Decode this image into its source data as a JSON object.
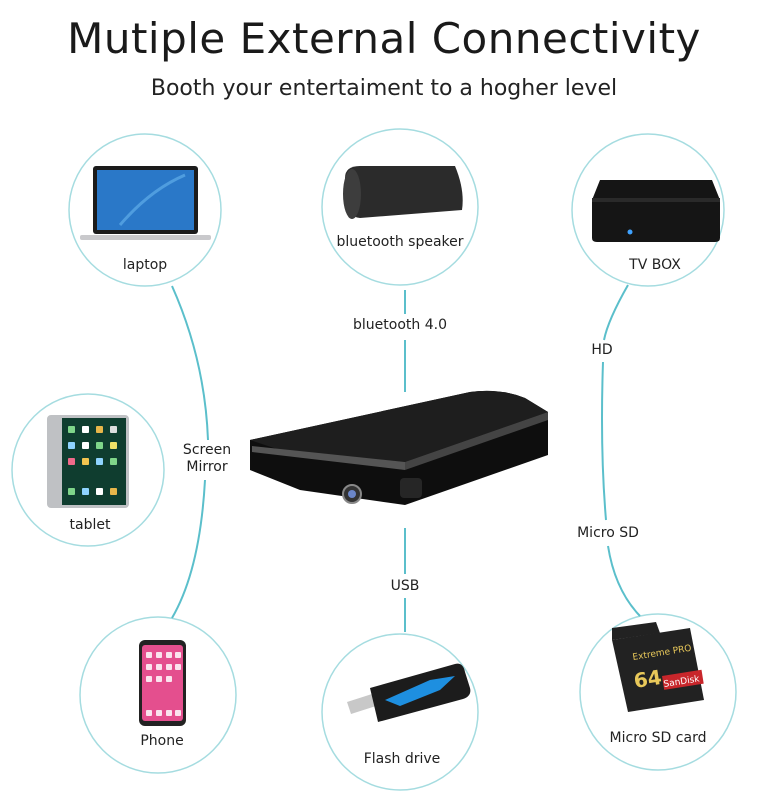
{
  "header": {
    "title": "Mutiple External Connectivity",
    "subtitle": "Booth your entertaiment to a hogher level"
  },
  "devices": [
    {
      "id": "laptop",
      "label": "laptop"
    },
    {
      "id": "bluetooth-speaker",
      "label": "bluetooth speaker"
    },
    {
      "id": "tv-box",
      "label": "TV BOX"
    },
    {
      "id": "tablet",
      "label": "tablet"
    },
    {
      "id": "phone",
      "label": "Phone"
    },
    {
      "id": "flash-drive",
      "label": "Flash drive"
    },
    {
      "id": "micro-sd-card",
      "label": "Micro SD card"
    }
  ],
  "connections": {
    "bluetooth": "bluetooth 4.0",
    "hd": "HD",
    "screen_mirror_line1": "Screen",
    "screen_mirror_line2": "Mirror",
    "micro_sd": "Micro SD",
    "usb": "USB"
  },
  "sd_card_text": {
    "brand": "SanDisk",
    "capacity": "64",
    "line": "Extreme PRO"
  },
  "colors": {
    "circle": "#9fd9dd",
    "connector": "#5bbfcb",
    "text": "#222222"
  }
}
